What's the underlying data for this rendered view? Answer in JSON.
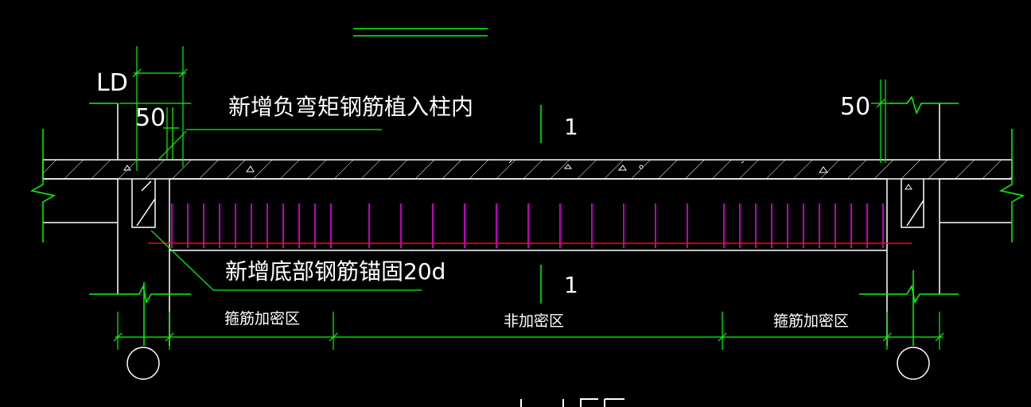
{
  "drawing": {
    "annotations": {
      "top_note": "新增负弯矩钢筋植入柱内",
      "bottom_note": "新增底部钢筋锚固20d"
    },
    "dimensions": {
      "ld": "LD",
      "left_50": "50",
      "right_50": "50"
    },
    "section_marks": {
      "top": "1",
      "bottom": "1"
    },
    "zones": {
      "left": "箍筋加密区",
      "middle": "非加密区",
      "right": "箍筋加密区"
    }
  },
  "colors": {
    "background": "#000000",
    "concrete": "#ffffff",
    "dimension_lines": "#00ff00",
    "stirrups": "#ff00ff",
    "bottom_rebar": "#ff0000",
    "text": "#ffffff"
  }
}
